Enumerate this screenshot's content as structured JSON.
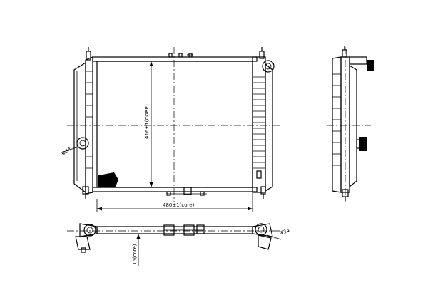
{
  "labels": {
    "height_core": "416±1(CORE)",
    "width_core": "480±1(core)",
    "depth_core": "16(core)",
    "pipe_diameter_left": "Φ34",
    "pipe_diameter_right": "Φ34"
  }
}
